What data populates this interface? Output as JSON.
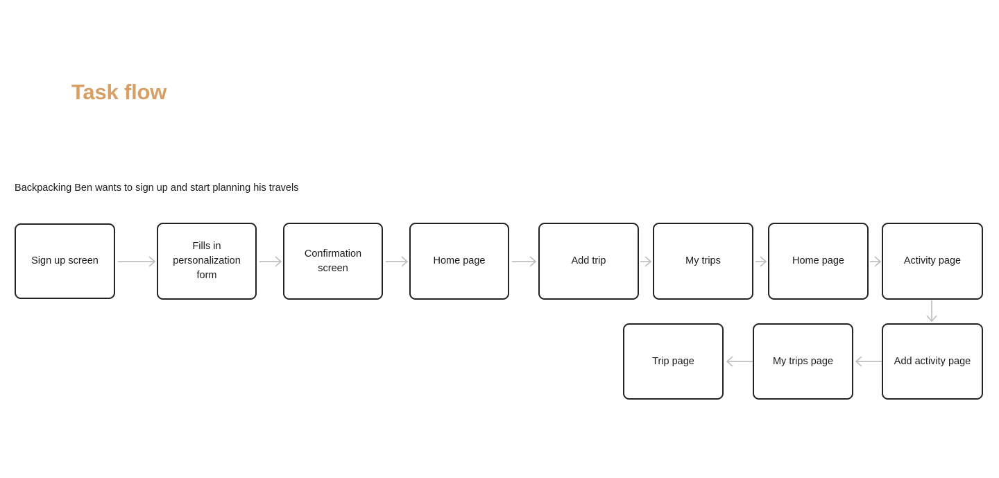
{
  "page": {
    "title": "Task flow",
    "title_color": "#d79f63",
    "background": "#ffffff"
  },
  "flow": {
    "caption": "Backpacking Ben wants to sign up and start planning his travels",
    "node_border_color": "#232323",
    "arrow_color": "#bfbfbf",
    "rows": [
      {
        "direction": "left-to-right",
        "nodes": [
          {
            "label": "Sign up screen"
          },
          {
            "label": "Fills in personalization form"
          },
          {
            "label": "Confirmation screen"
          },
          {
            "label": "Home page"
          },
          {
            "label": "Add trip"
          },
          {
            "label": "My trips"
          },
          {
            "label": "Home page"
          },
          {
            "label": "Activity page"
          }
        ]
      },
      {
        "direction": "right-to-left",
        "nodes": [
          {
            "label": "Trip page"
          },
          {
            "label": "My trips page"
          },
          {
            "label": "Add activity page"
          }
        ]
      }
    ],
    "connectors": [
      {
        "from": "Sign up screen",
        "to": "Fills in personalization form",
        "direction": "right"
      },
      {
        "from": "Fills in personalization form",
        "to": "Confirmation screen",
        "direction": "right"
      },
      {
        "from": "Confirmation screen",
        "to": "Home page",
        "direction": "right"
      },
      {
        "from": "Home page",
        "to": "Add trip",
        "direction": "right"
      },
      {
        "from": "Add trip",
        "to": "My trips",
        "direction": "right"
      },
      {
        "from": "My trips",
        "to": "Home page",
        "direction": "right"
      },
      {
        "from": "Home page",
        "to": "Activity page",
        "direction": "right"
      },
      {
        "from": "Activity page",
        "to": "Add activity page",
        "direction": "down"
      },
      {
        "from": "Add activity page",
        "to": "My trips page",
        "direction": "left"
      },
      {
        "from": "My trips page",
        "to": "Trip page",
        "direction": "left"
      }
    ]
  }
}
